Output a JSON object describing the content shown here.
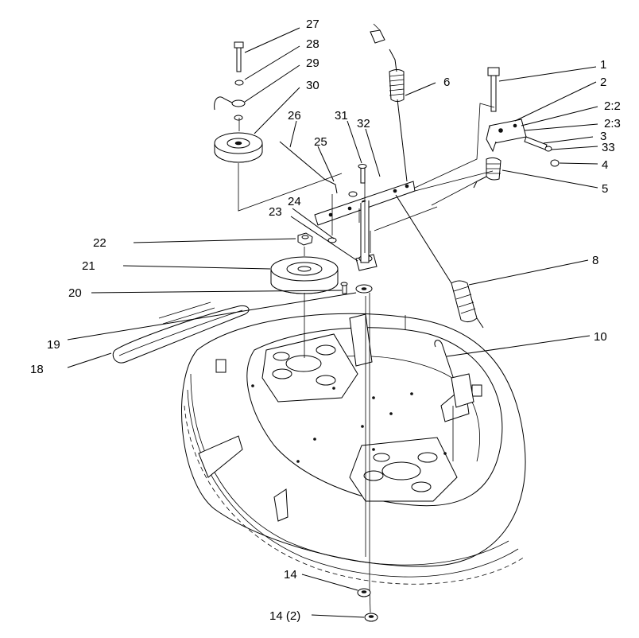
{
  "callouts": {
    "c1": "1",
    "c2": "2",
    "c2_2": "2:2",
    "c2_3": "2:3",
    "c3": "3",
    "c4": "4",
    "c5": "5",
    "c6": "6",
    "c8": "8",
    "c10": "10",
    "c14": "14",
    "c14b": "14 (2)",
    "c18": "18",
    "c19": "19",
    "c20": "20",
    "c21": "21",
    "c22": "22",
    "c23": "23",
    "c24": "24",
    "c25": "25",
    "c26": "26",
    "c27": "27",
    "c28": "28",
    "c29": "29",
    "c30": "30",
    "c31": "31",
    "c32": "32",
    "c33": "33"
  }
}
